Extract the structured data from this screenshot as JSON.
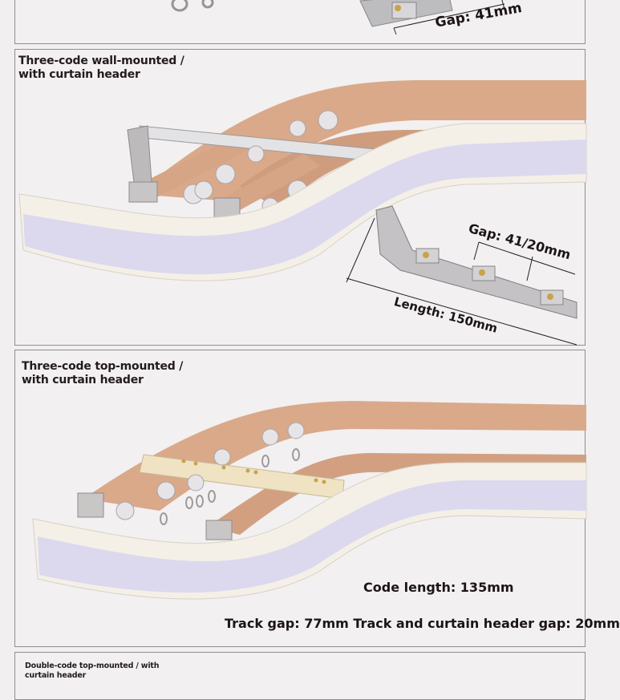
{
  "panels": [
    {
      "id": "panel-top-partial",
      "labels": {
        "gap": "Gap: 41mm"
      }
    },
    {
      "id": "panel-three-code-wall-mounted",
      "title_line1": "Three-code wall-mounted /",
      "title_line2": "with curtain header",
      "labels": {
        "gap": "Gap: 41/20mm",
        "length": "Length: 150mm"
      }
    },
    {
      "id": "panel-three-code-top-mounted",
      "title_line1": "Three-code top-mounted /",
      "title_line2": "with curtain header",
      "labels": {
        "code_length": "Code length: 135mm",
        "track_gap": "Track gap: 77mm Track and curtain header gap: 20mm"
      }
    },
    {
      "id": "panel-double-code-top-mounted",
      "title_line1": "Double-code top-mounted / with",
      "title_line2": "curtain header"
    }
  ],
  "colors": {
    "background": "#f1eff0",
    "border": "#8f8f8f",
    "track": "#d9a98a",
    "velcro": "#dcd9ee",
    "header_trim": "#f3efe6",
    "bracket": "#c4c2c4",
    "text": "#1c1417"
  }
}
